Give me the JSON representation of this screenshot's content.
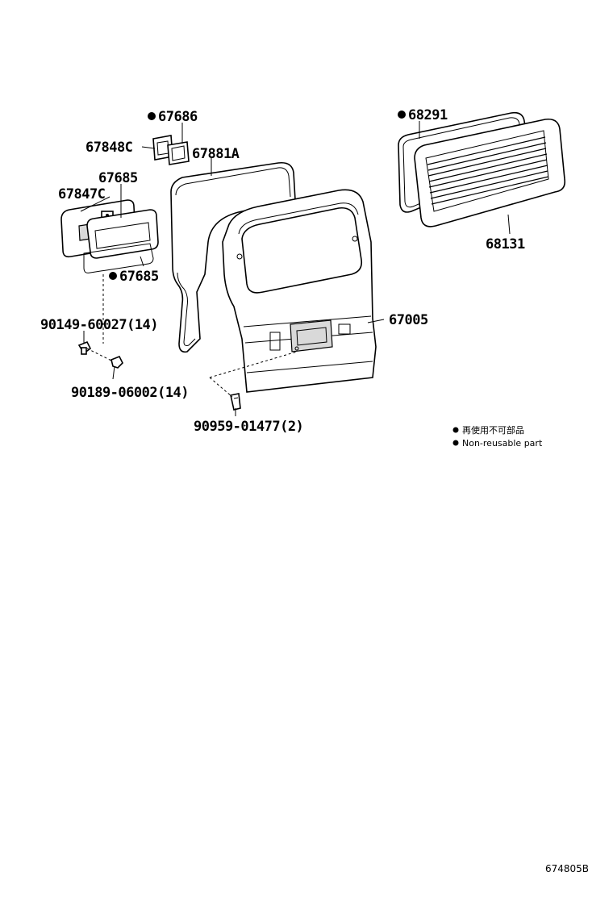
{
  "parts": {
    "p67686": "67686",
    "p67848c": "67848C",
    "p67881a": "67881A",
    "p67685_top": "67685",
    "p67847c": "67847C",
    "p67685_bottom": "67685",
    "p90149": "90149-60027(14)",
    "p90189": "90189-06002(14)",
    "p90959": "90959-01477(2)",
    "p68291": "68291",
    "p68131": "68131",
    "p67005": "67005"
  },
  "legend": {
    "japanese": "再使用不可部品",
    "english": "Non-reusable part"
  },
  "diagram_code": "674805B"
}
